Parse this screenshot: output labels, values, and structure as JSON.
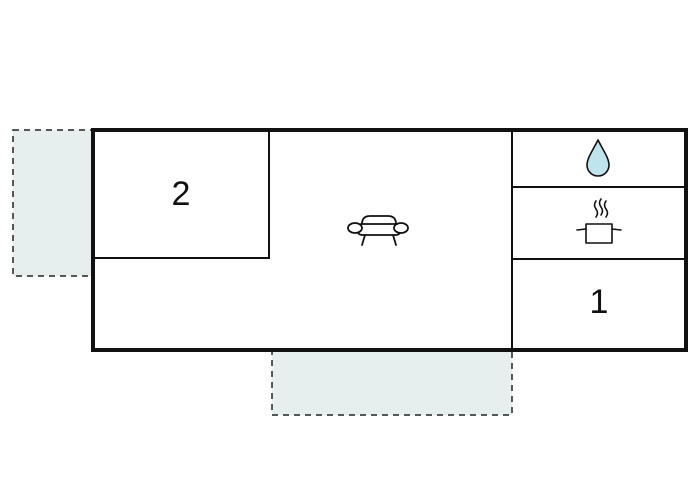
{
  "rooms": [
    {
      "id": "bedroom-2",
      "label": "2"
    },
    {
      "id": "bedroom-1",
      "label": "1"
    }
  ],
  "icons": {
    "living_room": "sofa-icon",
    "bathroom": "water-drop-icon",
    "kitchen": "cooking-pot-icon"
  },
  "colors": {
    "walls": "#111111",
    "outdoor_area": "#e6eeee",
    "outdoor_border": "#222222",
    "water_drop": "#bfe4ee",
    "background": "#ffffff"
  }
}
